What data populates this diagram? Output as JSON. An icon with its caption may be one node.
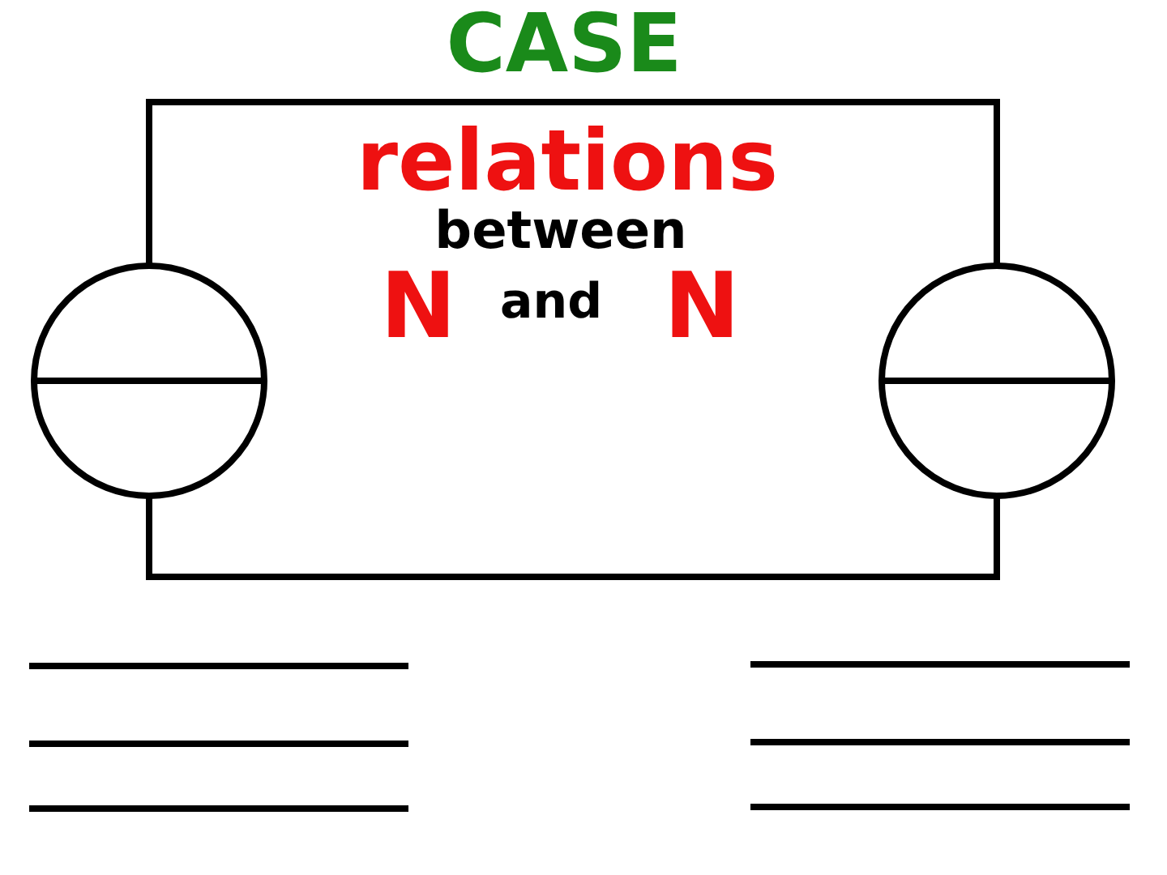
{
  "diagram": {
    "title": "CASE",
    "nodes": [
      {
        "text": [],
        "shape": "circle"
      },
      {
        "text": [],
        "shape": "circle"
      }
    ],
    "edges": [
      {
        "from": 0,
        "to": 1,
        "arrow": "none"
      },
      {
        "from": 0,
        "to": 1,
        "arrow": "none"
      }
    ],
    "labels": [
      "relations",
      "between",
      "N",
      "and",
      "N"
    ]
  }
}
